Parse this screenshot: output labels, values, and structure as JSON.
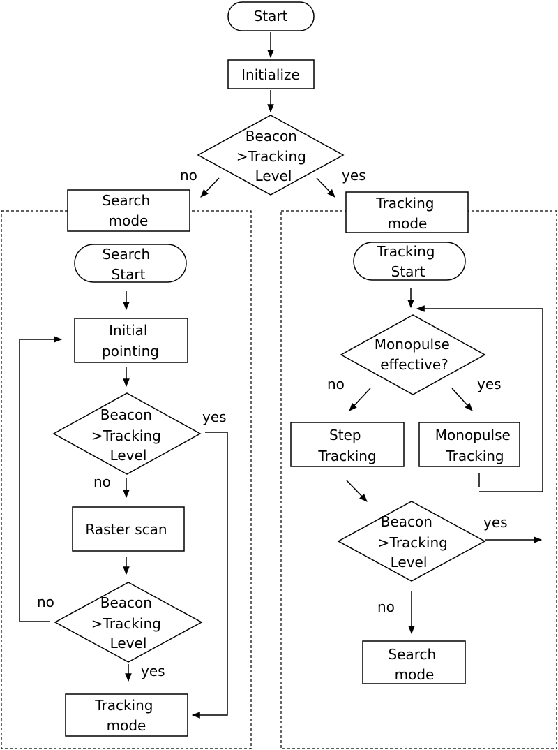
{
  "nodes": {
    "start": "Start",
    "initialize": "Initialize",
    "check_main": [
      "Beacon",
      ">Tracking",
      "Level"
    ],
    "search_mode": [
      "Search",
      "mode"
    ],
    "tracking_mode": [
      "Tracking",
      "mode"
    ],
    "search_start": [
      "Search",
      "Start"
    ],
    "initial_pointing": [
      "Initial",
      "pointing"
    ],
    "check_search_1": [
      "Beacon",
      ">Tracking",
      "Level"
    ],
    "raster_scan": "Raster scan",
    "check_search_2": [
      "Beacon",
      ">Tracking",
      "Level"
    ],
    "search_tracking_mode": [
      "Tracking",
      "mode"
    ],
    "tracking_start": [
      "Tracking",
      "Start"
    ],
    "monopulse_effective": [
      "Monopulse",
      "effective?"
    ],
    "step_tracking": [
      "Step",
      "Tracking"
    ],
    "monopulse_tracking": [
      "Monopulse",
      "Tracking"
    ],
    "check_tracking": [
      "Beacon",
      ">Tracking",
      "Level"
    ],
    "tracking_search_mode": [
      "Search",
      "mode"
    ]
  },
  "edge_labels": {
    "main_no": "no",
    "main_yes": "yes",
    "search1_yes": "yes",
    "search1_no": "no",
    "search2_no": "no",
    "search2_yes": "yes",
    "mono_no": "no",
    "mono_yes": "yes",
    "track_yes": "yes",
    "track_no": "no"
  }
}
